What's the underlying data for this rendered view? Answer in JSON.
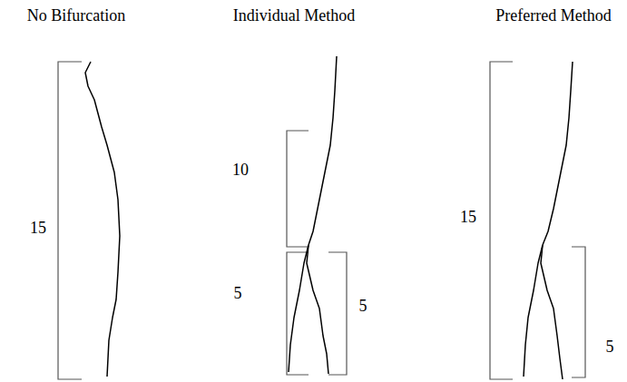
{
  "diagram": {
    "labels": [
      "No Bifurcation",
      "Individual Method",
      "Preferred Method",
      "15",
      "10",
      "5",
      "5",
      "15",
      "5"
    ]
  }
}
